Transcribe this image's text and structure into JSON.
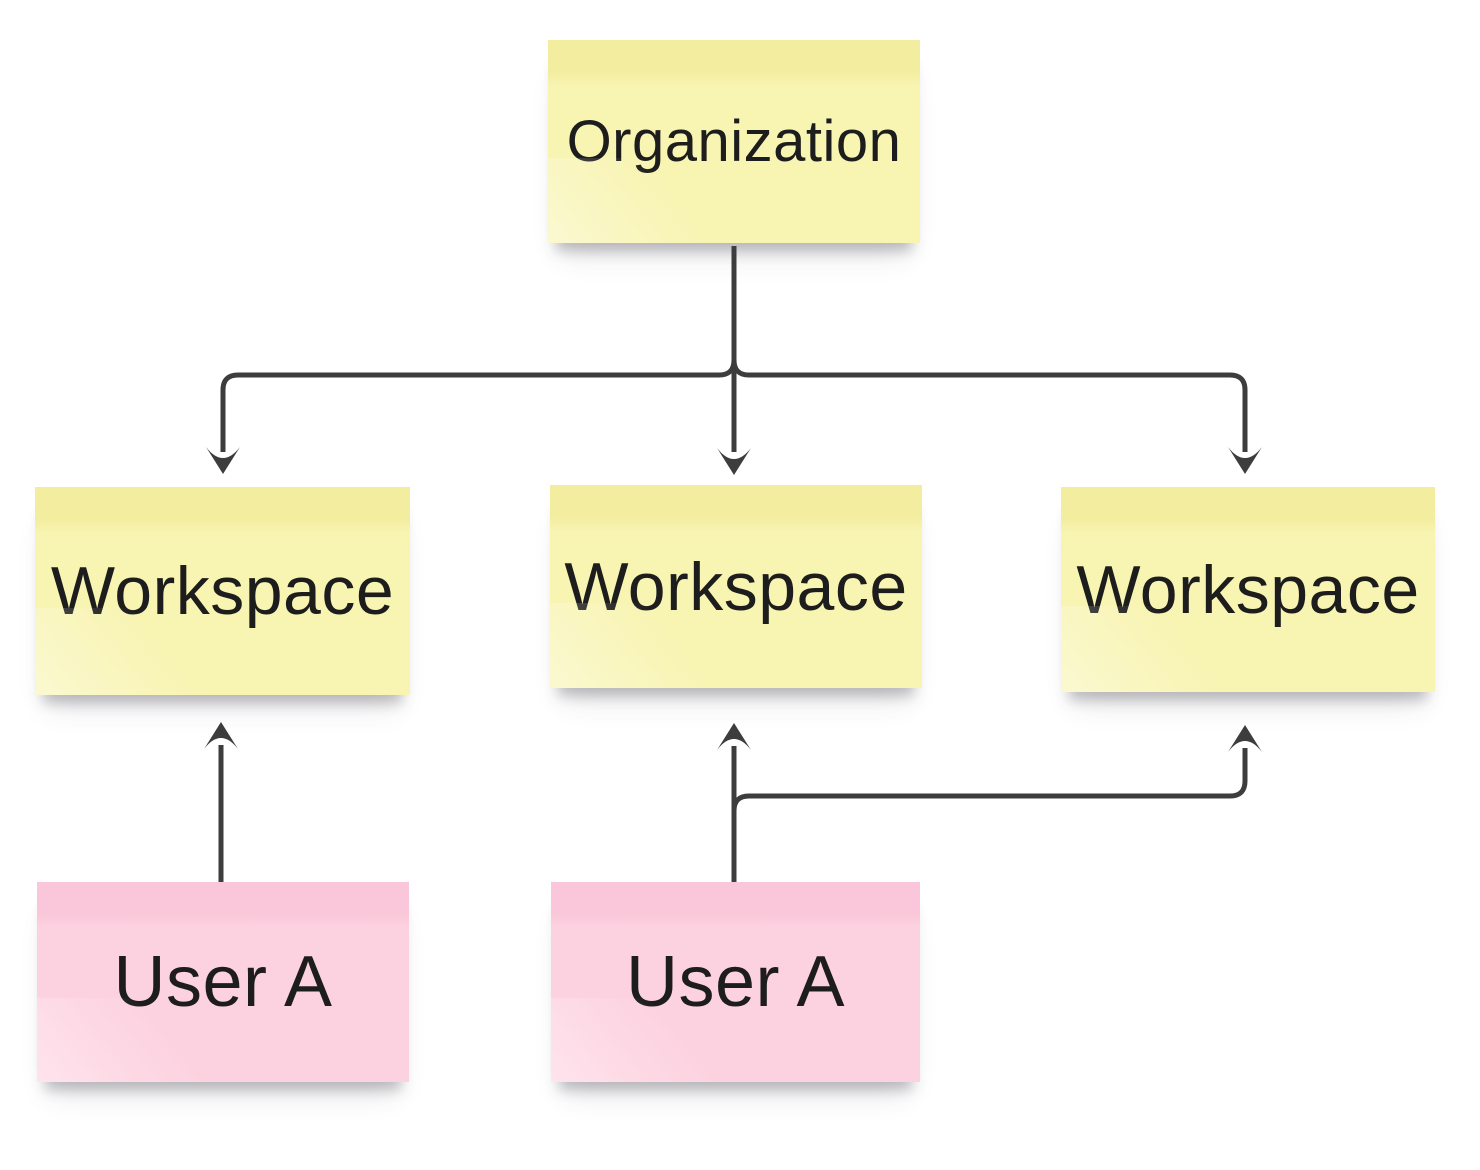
{
  "board": {
    "background": "#ffffff"
  },
  "colors": {
    "sticky_yellow": "#f8f4b2",
    "sticky_yellow_top_band": "#f3eda0",
    "sticky_pink": "#fdd2e0",
    "sticky_pink_top_band": "#f9c7d9",
    "connector": "#3d3d3d",
    "label_text": "#1d1d1d"
  },
  "nodes": {
    "organization": {
      "label": "Organization",
      "color": "yellow"
    },
    "workspace_left": {
      "label": "Workspace",
      "color": "yellow"
    },
    "workspace_center": {
      "label": "Workspace",
      "color": "yellow"
    },
    "workspace_right": {
      "label": "Workspace",
      "color": "yellow"
    },
    "user_a_left": {
      "label": "User A",
      "color": "pink"
    },
    "user_a_center": {
      "label": "User A",
      "color": "pink"
    }
  },
  "edges": [
    {
      "from": "organization",
      "to": "workspace_left",
      "arrow": "down"
    },
    {
      "from": "organization",
      "to": "workspace_center",
      "arrow": "down"
    },
    {
      "from": "organization",
      "to": "workspace_right",
      "arrow": "down"
    },
    {
      "from": "user_a_left",
      "to": "workspace_left",
      "arrow": "up"
    },
    {
      "from": "user_a_center",
      "to": "workspace_center",
      "arrow": "up"
    },
    {
      "from": "user_a_center",
      "to": "workspace_right",
      "arrow": "up"
    }
  ]
}
